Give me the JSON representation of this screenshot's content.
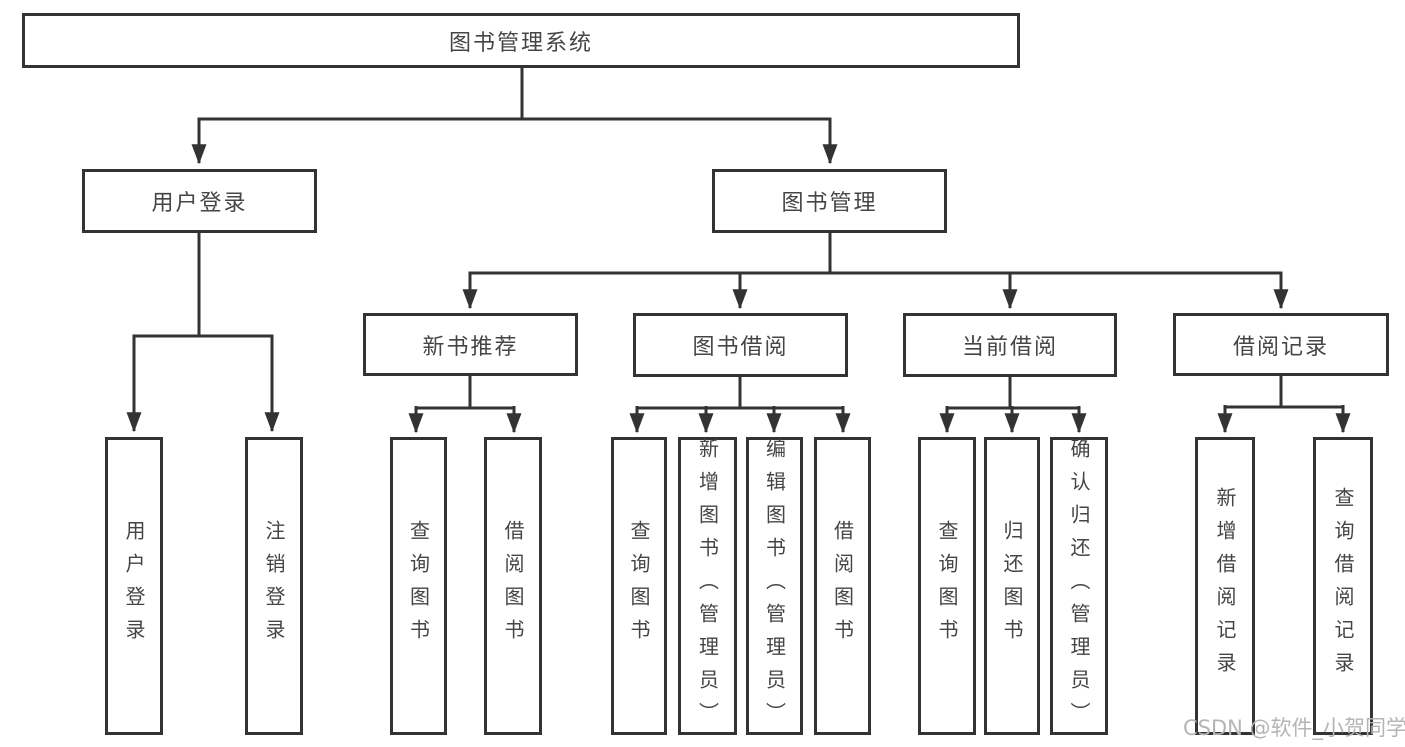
{
  "colors": {
    "line": "#333333",
    "box_border": "#333333",
    "text": "#454545",
    "watermark": "#b5b5b5",
    "background": "#ffffff"
  },
  "diagram": {
    "root": "图书管理系统",
    "branches": [
      {
        "label": "用户登录",
        "leaves": [
          "用户登录",
          "注销登录"
        ]
      },
      {
        "label": "图书管理",
        "groups": [
          {
            "label": "新书推荐",
            "leaves": [
              "查询图书",
              "借阅图书"
            ]
          },
          {
            "label": "图书借阅",
            "leaves": [
              "查询图书",
              "新增图书（管理员）",
              "编辑图书（管理员）",
              "借阅图书"
            ]
          },
          {
            "label": "当前借阅",
            "leaves": [
              "查询图书",
              "归还图书",
              "确认归还（管理员）"
            ]
          },
          {
            "label": "借阅记录",
            "leaves": [
              "新增借阅记录",
              "查询借阅记录"
            ]
          }
        ]
      }
    ]
  },
  "watermark": "CSDN @软件_小贺同学"
}
